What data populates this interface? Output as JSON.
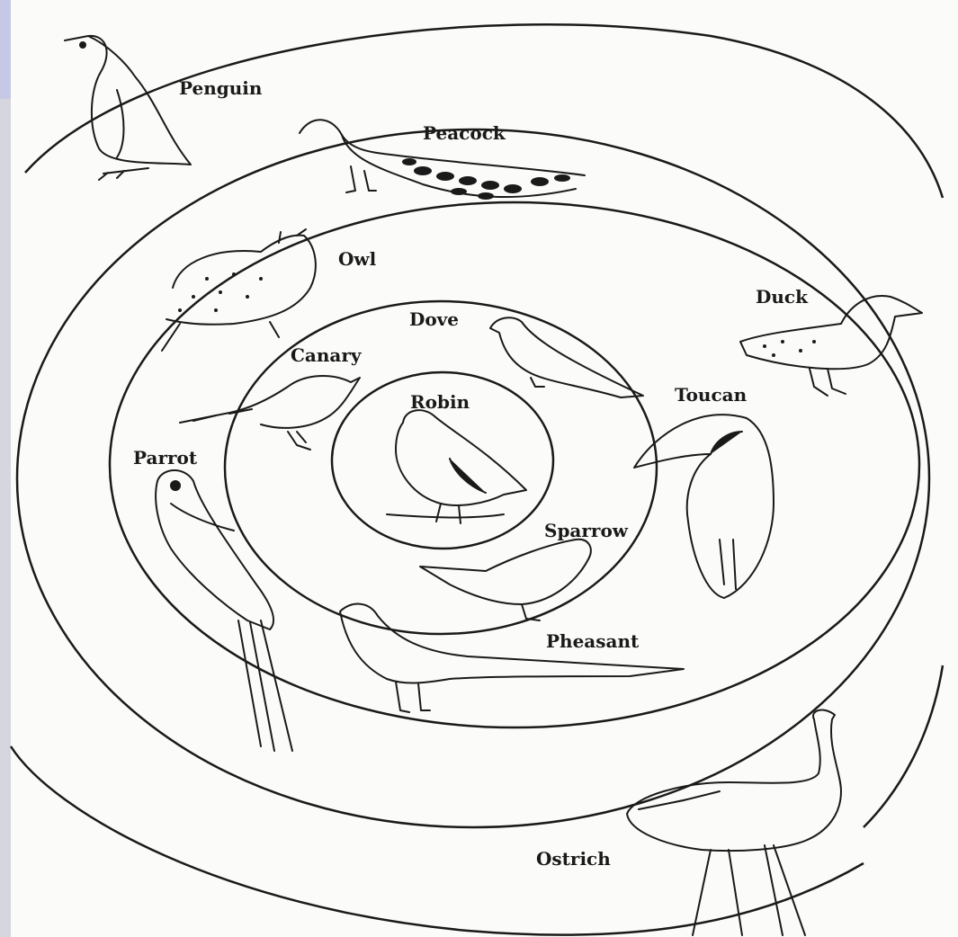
{
  "labels": {
    "penguin": "Penguin",
    "peacock": "Peacock",
    "owl": "Owl",
    "duck": "Duck",
    "dove": "Dove",
    "canary": "Canary",
    "robin": "Robin",
    "toucan": "Toucan",
    "parrot": "Parrot",
    "sparrow": "Sparrow",
    "pheasant": "Pheasant",
    "ostrich": "Ostrich"
  },
  "colors": {
    "ink": "#1a1a1a",
    "paper": "#fbfbf9",
    "frame_blue": "#c6c8e6",
    "frame_gray": "#d6d6de"
  }
}
